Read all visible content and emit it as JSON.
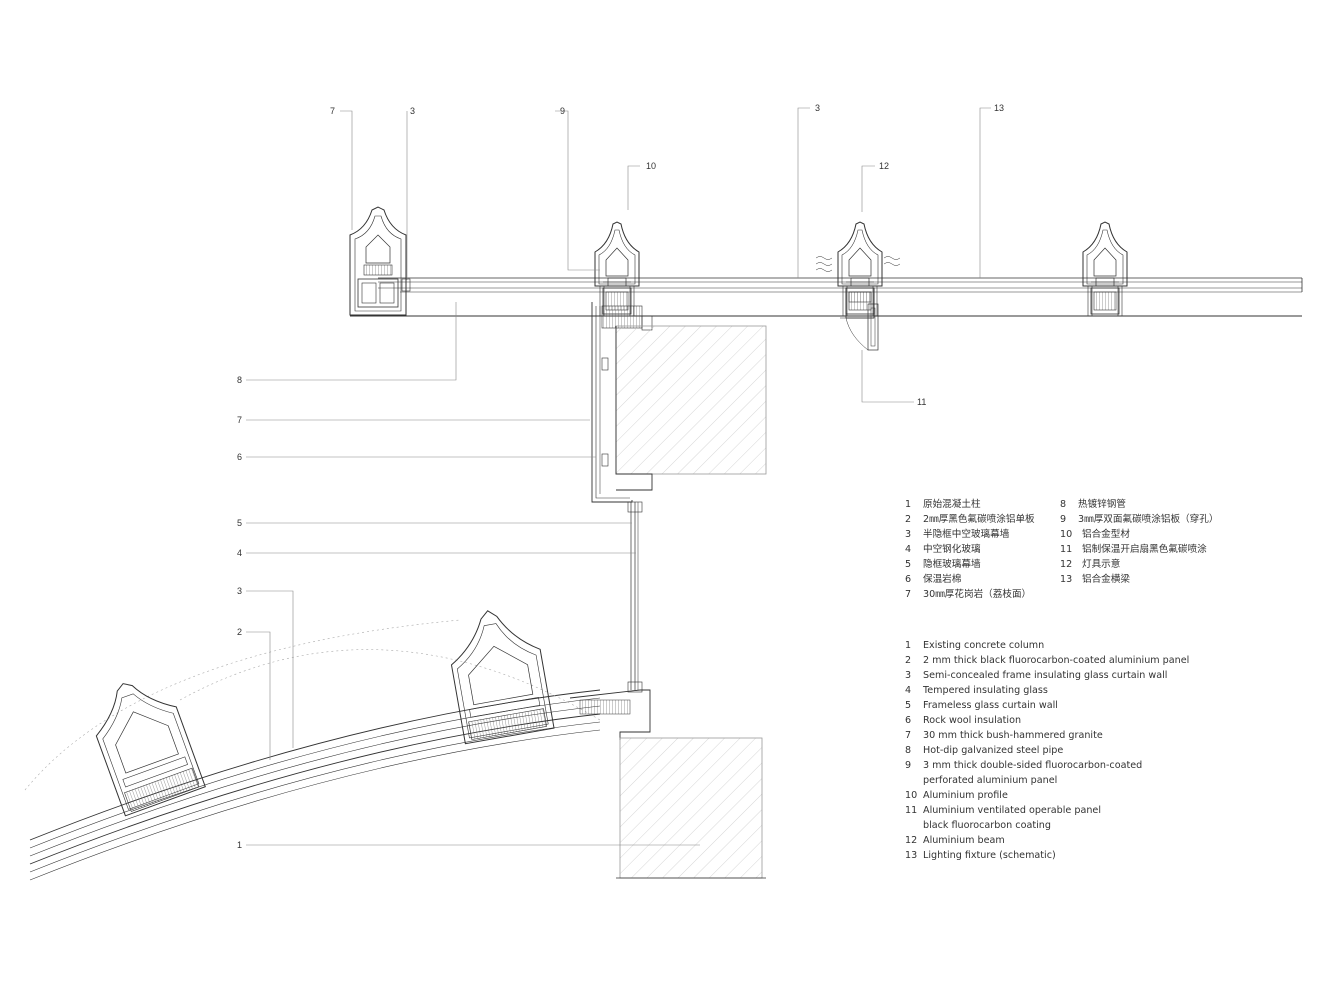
{
  "callouts": {
    "top": [
      "7",
      "3",
      "9",
      "10",
      "3",
      "13",
      "12",
      "11"
    ],
    "left": [
      "8",
      "7",
      "6",
      "5",
      "4",
      "3",
      "2",
      "1"
    ]
  },
  "legend_cn": {
    "col1": [
      {
        "n": "1",
        "t": "原始混凝土柱"
      },
      {
        "n": "2",
        "t": "2㎜厚黑色氟碳喷涂铝单板"
      },
      {
        "n": "3",
        "t": "半隐框中空玻璃幕墙"
      },
      {
        "n": "4",
        "t": "中空钢化玻璃"
      },
      {
        "n": "5",
        "t": "隐框玻璃幕墙"
      },
      {
        "n": "6",
        "t": "保温岩棉"
      },
      {
        "n": "7",
        "t": "30㎜厚花岗岩（荔枝面）"
      }
    ],
    "col2": [
      {
        "n": "8",
        "t": "热镀锌钢管"
      },
      {
        "n": "9",
        "t": "3㎜厚双面氟碳喷涂铝板（穿孔）"
      },
      {
        "n": "10",
        "t": "铝合金型材"
      },
      {
        "n": "11",
        "t": "铝制保温开启扇黑色氟碳喷涂"
      },
      {
        "n": "12",
        "t": "灯具示意"
      },
      {
        "n": "13",
        "t": "铝合金横梁"
      }
    ]
  },
  "legend_en": [
    {
      "n": "1",
      "t": "Existing concrete column"
    },
    {
      "n": "2",
      "t": "2 mm thick black fluorocarbon-coated aluminium panel"
    },
    {
      "n": "3",
      "t": "Semi-concealed frame insulating glass curtain wall"
    },
    {
      "n": "4",
      "t": "Tempered insulating glass"
    },
    {
      "n": "5",
      "t": "Frameless glass curtain wall"
    },
    {
      "n": "6",
      "t": "Rock wool insulation"
    },
    {
      "n": "7",
      "t": "30 mm thick bush-hammered granite"
    },
    {
      "n": "8",
      "t": "Hot-dip galvanized steel pipe"
    },
    {
      "n": "9",
      "t": "3 mm thick double-sided fluorocarbon-coated",
      "t2": "perforated aluminium panel"
    },
    {
      "n": "10",
      "t": "Aluminium profile"
    },
    {
      "n": "11",
      "t": "Aluminium ventilated operable panel",
      "t2": "black fluorocarbon coating"
    },
    {
      "n": "12",
      "t": "Aluminium beam"
    },
    {
      "n": "13",
      "t": "Lighting fixture (schematic)"
    }
  ],
  "colors": {
    "line": "#333333",
    "light": "#9a9a9a",
    "hatch": "#b5b5b5"
  }
}
